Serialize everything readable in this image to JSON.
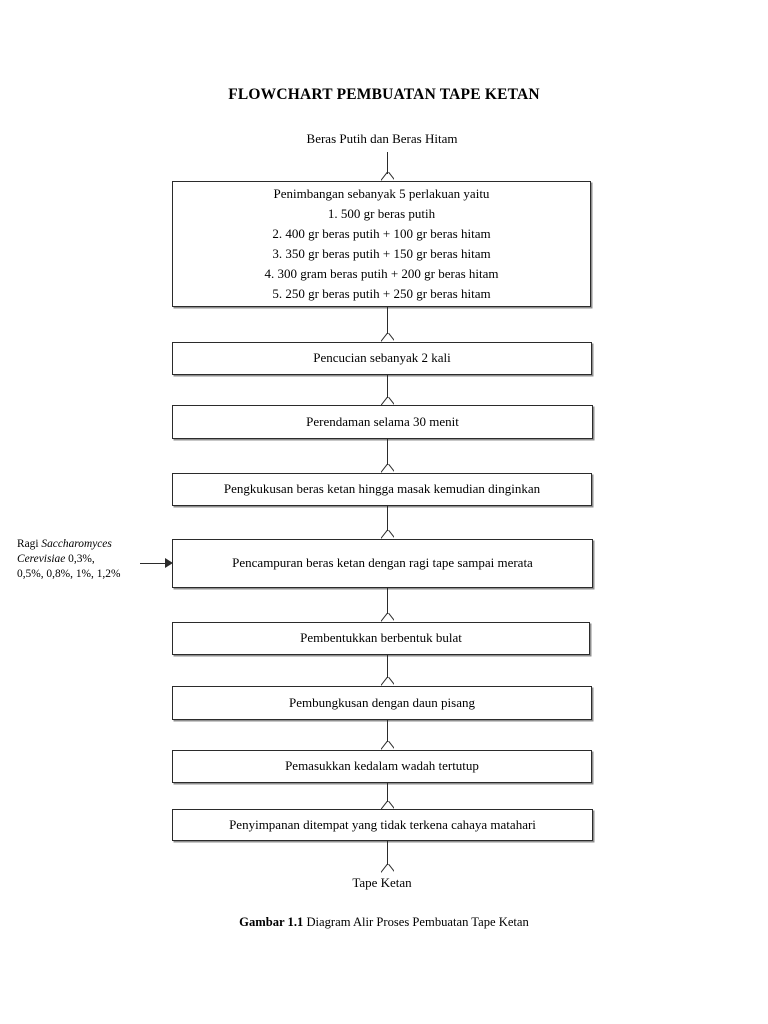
{
  "document": {
    "title": "FLOWCHART PEMBUATAN TAPE KETAN"
  },
  "flow": {
    "start_label": "Beras Putih dan Beras Hitam",
    "end_label": "Tape Ketan",
    "steps": [
      {
        "id": "penimbangan",
        "lines": [
          "Penimbangan sebanyak 5 perlakuan yaitu",
          "1. 500 gr beras putih",
          "2. 400 gr beras putih + 100 gr beras hitam",
          "3. 350 gr beras putih + 150 gr beras hitam",
          "4. 300 gram beras putih + 200 gr beras hitam",
          "5. 250 gr beras putih + 250 gr beras hitam"
        ]
      },
      {
        "id": "pencucian",
        "lines": [
          "Pencucian sebanyak 2 kali"
        ]
      },
      {
        "id": "perendaman",
        "lines": [
          "Perendaman selama 30 menit"
        ]
      },
      {
        "id": "pengkukusan",
        "lines": [
          "Pengkukusan beras ketan hingga masak kemudian dinginkan"
        ]
      },
      {
        "id": "pencampuran",
        "lines": [
          "Pencampuran beras ketan dengan ragi tape sampai merata"
        ]
      },
      {
        "id": "pembentukan",
        "lines": [
          "Pembentukkan berbentuk bulat"
        ]
      },
      {
        "id": "pembungkusan",
        "lines": [
          "Pembungkusan dengan daun pisang"
        ]
      },
      {
        "id": "pemasukkan",
        "lines": [
          "Pemasukkan kedalam wadah tertutup"
        ]
      },
      {
        "id": "penyimpanan",
        "lines": [
          "Penyimpanan ditempat yang tidak terkena cahaya matahari"
        ]
      }
    ]
  },
  "side_note": {
    "line1_prefix": "Ragi ",
    "line1_italic": "Saccharomyces",
    "line2_italic": "Cerevisiae",
    "line2_suffix": " 0,3%,",
    "line3": "0,5%, 0,8%, 1%, 1,2%"
  },
  "caption": {
    "label": "Gambar 1.1",
    "text": " Diagram Alir Proses Pembuatan Tape Ketan"
  },
  "colors": {
    "page_background": "#ffffff",
    "text": "#000000",
    "box_border": "#2b2b2b",
    "box_shadow": "#8f8f8f"
  }
}
